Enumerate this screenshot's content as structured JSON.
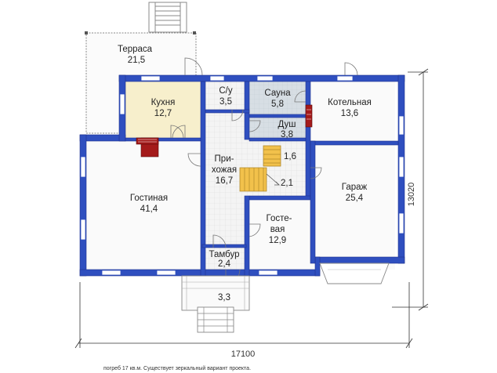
{
  "rooms": {
    "terrace": {
      "name": "Терраса",
      "area": "21,5"
    },
    "kitchen": {
      "name": "Кухня",
      "area": "12,7"
    },
    "wc": {
      "name": "С/у",
      "area": "3,5"
    },
    "sauna": {
      "name": "Сауна",
      "area": "5,8"
    },
    "shower": {
      "name": "Душ",
      "area": "3,8"
    },
    "boiler": {
      "name": "Котельная",
      "area": "13,6"
    },
    "living": {
      "name": "Гостиная",
      "area": "41,4"
    },
    "hall": {
      "name_1": "При-",
      "name_2": "хожая",
      "area": "16,7"
    },
    "stair_up": {
      "area": "1,6"
    },
    "stair_low": {
      "area": "2,1"
    },
    "garage": {
      "name": "Гараж",
      "area": "25,4"
    },
    "guest": {
      "name_1": "Госте-",
      "name_2": "вая",
      "area": "12,9"
    },
    "vestibule": {
      "name": "Тамбур",
      "area": "2,4"
    },
    "porch": {
      "area": "3,3"
    }
  },
  "dimensions": {
    "width": "17100",
    "depth": "13020"
  },
  "caption": "погреб 17 кв.м. Существует зеркальный вариант проекта.",
  "colors": {
    "wall": "#2f4fbf",
    "kitchen": "#f7efcc",
    "sauna": "#d5dde4",
    "floor_tile": "#f2f2f2",
    "stair": "#f2c14b",
    "fireplace": "#a41a1a",
    "stroke": "#7a7a7a",
    "background": "#ffffff"
  }
}
